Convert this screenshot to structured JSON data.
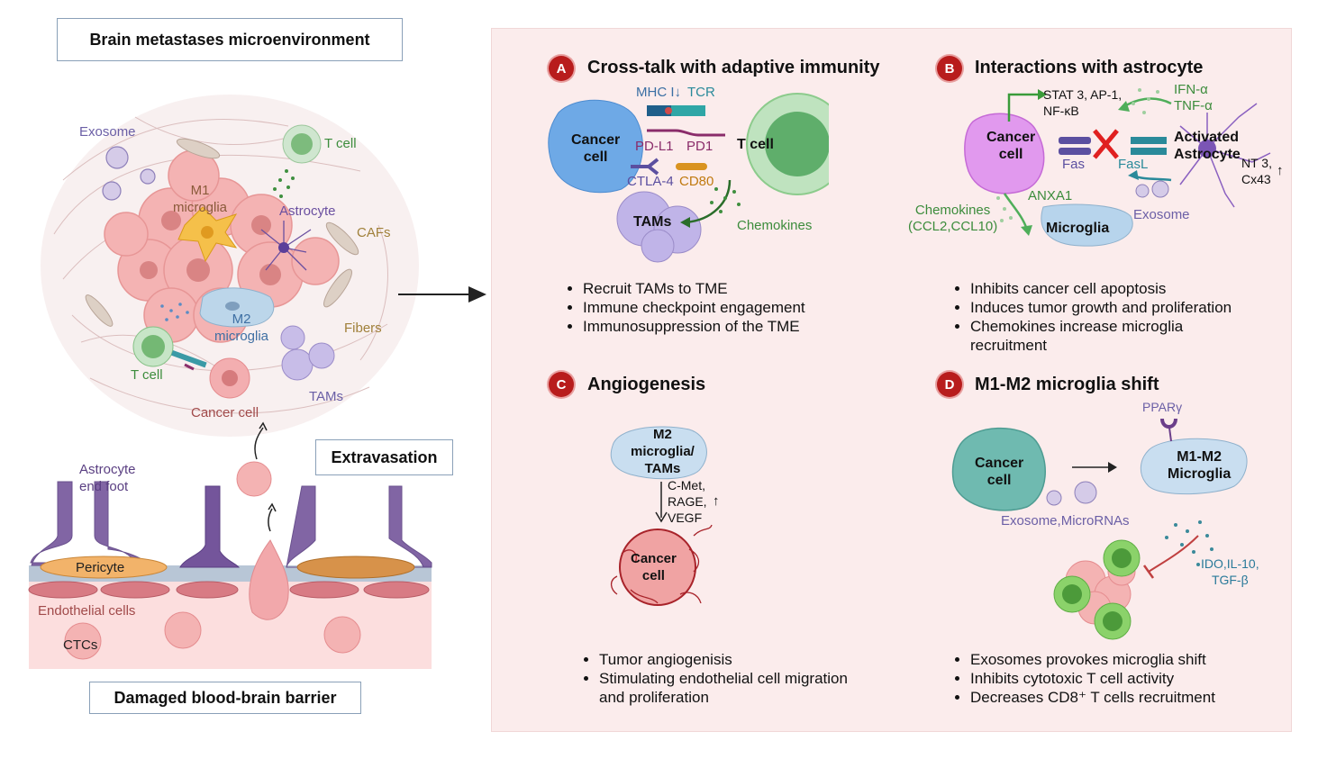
{
  "left": {
    "title": "Brain metastases  microenvironment",
    "labels": {
      "exosome": "Exosome",
      "tcell_top": "T cell",
      "m1": "M1\nmicroglia",
      "astrocyte": "Astrocyte",
      "cafs": "CAFs",
      "m2": "M2\nmicroglia",
      "fibers": "Fibers",
      "tcell_bottom": "T cell",
      "tams": "TAMs",
      "cancer_cell": "Cancer cell",
      "extravasation": "Extravasation",
      "astro_endfoot": "Astrocyte\nend foot",
      "pericyte": "Pericyte",
      "endothelial": "Endothelial cells",
      "ctcs": "CTCs"
    },
    "bbb_title": "Damaged blood-brain barrier"
  },
  "panels": {
    "A": {
      "badge": "A",
      "title": "Cross-talk with adaptive immunity",
      "labels": {
        "mhc": "MHC I↓",
        "tcr": "TCR",
        "pdl1": "PD-L1",
        "pd1": "PD1",
        "ctla4": "CTLA-4",
        "cd80": "CD80",
        "cancer": "Cancer\ncell",
        "tcell": "T cell",
        "tams": "TAMs",
        "chemokines": "Chemokines"
      },
      "bullets": [
        "Recruit TAMs to TME",
        "Immune checkpoint engagement",
        "Immunosuppression of the TME"
      ]
    },
    "B": {
      "badge": "B",
      "title": "Interactions with astrocyte",
      "labels": {
        "stat": "STAT 3, AP-1,\nNF-κB",
        "ifn": "IFN-α\nTNF-α",
        "cancer": "Cancer\ncell",
        "activated": "Activated\nAstrocyte",
        "fas": "Fas",
        "fasl": "FasL",
        "nt3": "NT 3,\nCx43",
        "chemokines": "Chemokines\n(CCL2,CCL10)",
        "anxa1": "ANXA1",
        "microglia": "Microglia",
        "exosome": "Exosome"
      },
      "bullets": [
        "Inhibits cancer cell apoptosis",
        "Induces tumor growth and proliferation",
        "Chemokines increase microglia recruitment"
      ]
    },
    "C": {
      "badge": "C",
      "title": "Angiogenesis",
      "labels": {
        "m2": "M2\nmicroglia/\nTAMs",
        "factors": "C-Met,\nRAGE,\nVEGF",
        "cancer": "Cancer\ncell"
      },
      "bullets": [
        "Tumor angiogenisis",
        "Stimulating endothelial cell migration and proliferation"
      ]
    },
    "D": {
      "badge": "D",
      "title": "M1-M2 microglia shift",
      "labels": {
        "ppar": "PPARγ",
        "cancer": "Cancer\ncell",
        "m1m2": "M1-M2\nMicroglia",
        "exosome": "Exosome,MicroRNAs",
        "ido": "IDO,IL-10,\nTGF-β"
      },
      "bullets": [
        "Exosomes provokes microglia shift",
        "Inhibits cytotoxic T cell activity",
        "Decreases CD8⁺ T cells recruitment"
      ]
    }
  }
}
